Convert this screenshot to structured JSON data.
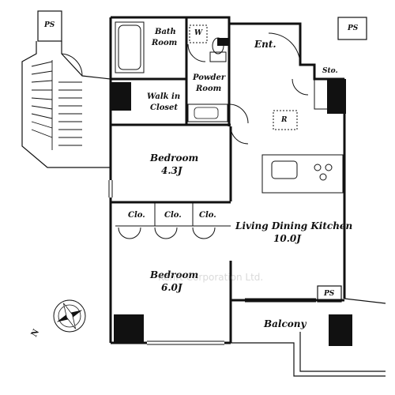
{
  "rooms": {
    "bath_room": [
      "Bath",
      "Room"
    ],
    "washer": "W",
    "entrance": "Ent.",
    "powder_room": [
      "Powder",
      "Room"
    ],
    "walk_in_closet": [
      "Walk in",
      "Closet"
    ],
    "storage": "Sto.",
    "refrigerator": "R",
    "bedroom_small": {
      "name": "Bedroom",
      "size": "4.3J"
    },
    "closets": [
      "Clo.",
      "Clo.",
      "Clo."
    ],
    "ldk": {
      "name": "Living Dining Kitchen",
      "size": "10.0J"
    },
    "bedroom_large": {
      "name": "Bedroom",
      "size": "6.0J"
    },
    "balcony": "Balcony"
  },
  "pipe_spaces": [
    "PS",
    "PS",
    "PS"
  ],
  "compass": {
    "north_label": "N"
  },
  "watermark": "Kenrt Corporation Ltd."
}
